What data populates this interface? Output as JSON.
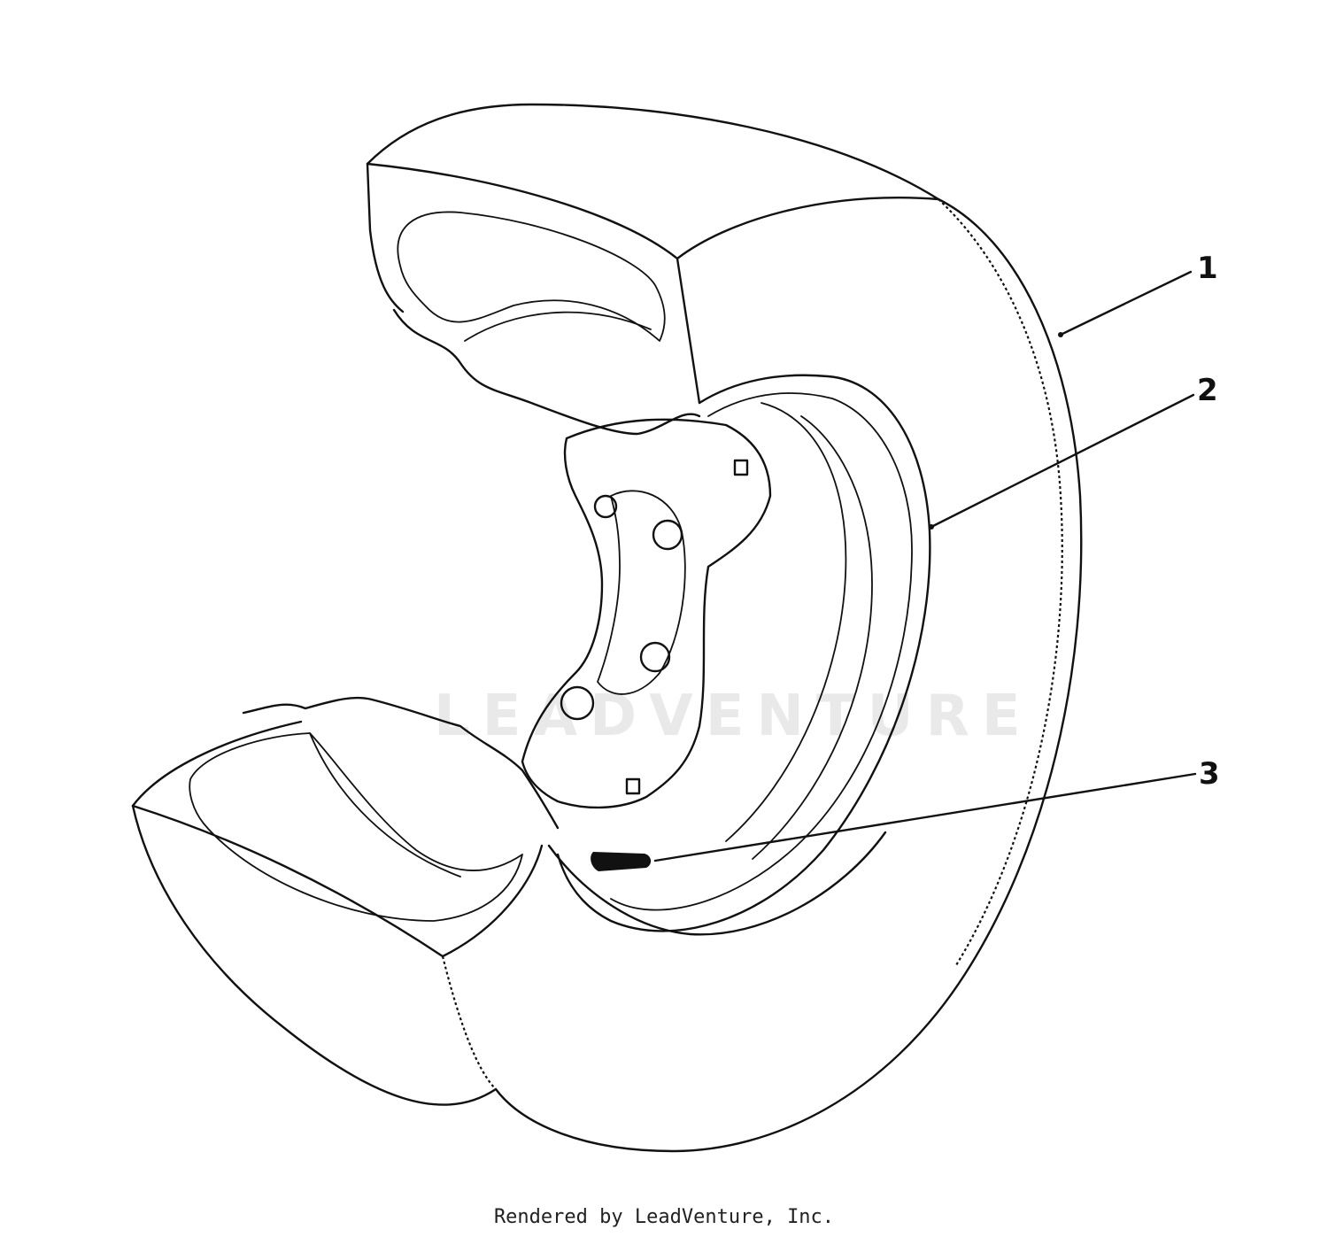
{
  "callouts": [
    {
      "number": "1"
    },
    {
      "number": "2"
    },
    {
      "number": "3"
    }
  ],
  "watermark": "LEADVENTURE",
  "footer": "Rendered by LeadVenture, Inc."
}
